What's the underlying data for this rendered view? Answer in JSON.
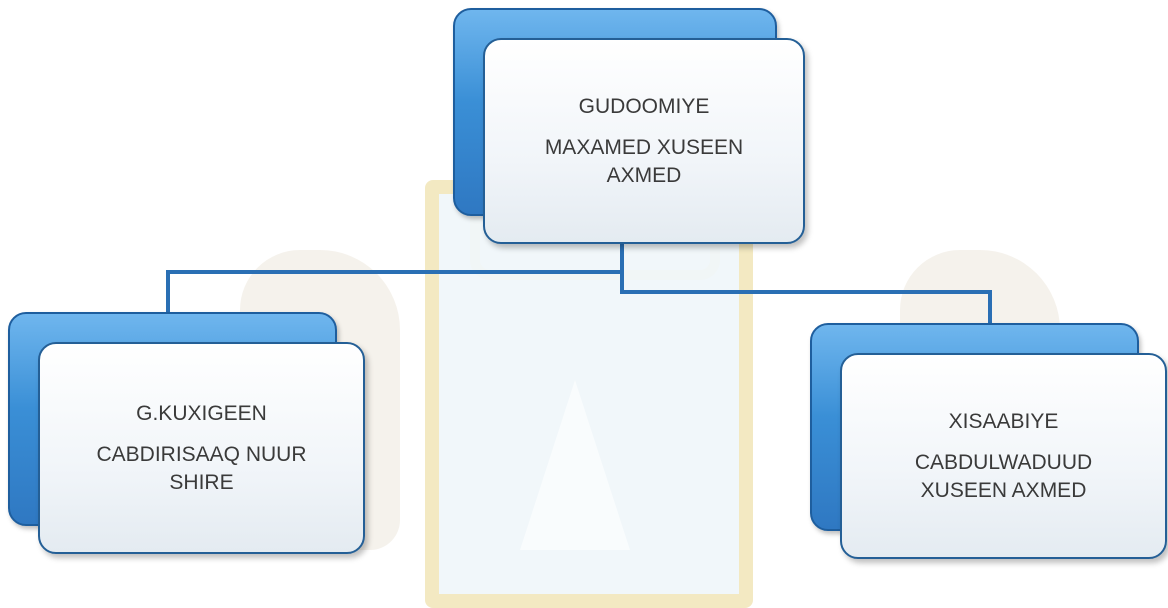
{
  "nodes": {
    "top": {
      "role": "GUDOOMIYE",
      "name": "MAXAMED XUSEEN AXMED"
    },
    "left": {
      "role": "G.KUXIGEEN",
      "name": "CABDIRISAAQ NUUR SHIRE"
    },
    "right": {
      "role": "XISAABIYE",
      "name": "CABDULWADUUD XUSEEN AXMED"
    }
  },
  "colors": {
    "accent_blue": "#3a8fd6",
    "border_blue": "#245f96",
    "text": "#3a3a3a"
  }
}
